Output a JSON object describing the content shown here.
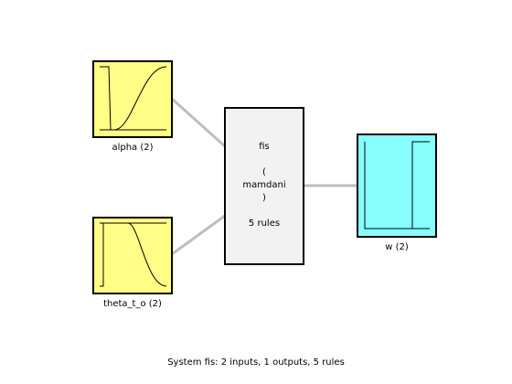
{
  "inputs": [
    {
      "label": "alpha (2)",
      "color": "#ffff88"
    },
    {
      "label": "theta_t_o (2)",
      "color": "#ffff88"
    }
  ],
  "system": {
    "name": "fis",
    "type_open": "(",
    "type": "mamdani",
    "type_close": ")",
    "rules": "5 rules",
    "color": "#f2f2f2"
  },
  "outputs": [
    {
      "label": "w (2)",
      "color": "#88ffff"
    }
  ],
  "summary": "System fis: 2 inputs, 1 outputs, 5 rules",
  "connector_color": "#bebebe"
}
